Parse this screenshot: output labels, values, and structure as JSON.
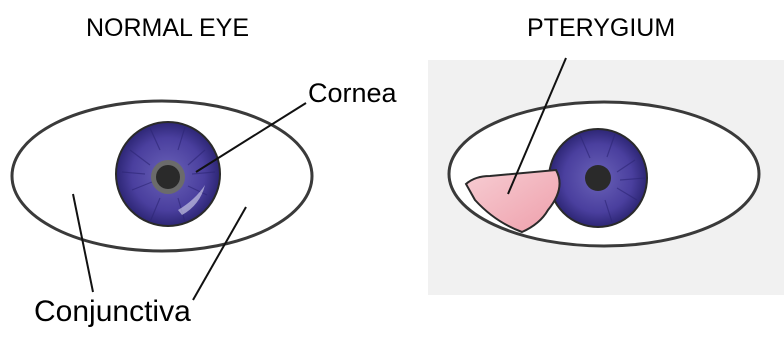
{
  "diagram": {
    "normal_eye": {
      "title": "NORMAL EYE",
      "labels": {
        "cornea": "Cornea",
        "conjunctiva": "Conjunctiva"
      }
    },
    "pterygium_eye": {
      "title": "PTERYGIUM"
    }
  },
  "colors": {
    "iris": "#4a3f9e",
    "iris_dark": "#2d2675",
    "pupil": "#2a2a2a",
    "pterygium": "#f3b8c0",
    "outline": "#3a3a3a",
    "background_right": "#f1f1f1"
  }
}
